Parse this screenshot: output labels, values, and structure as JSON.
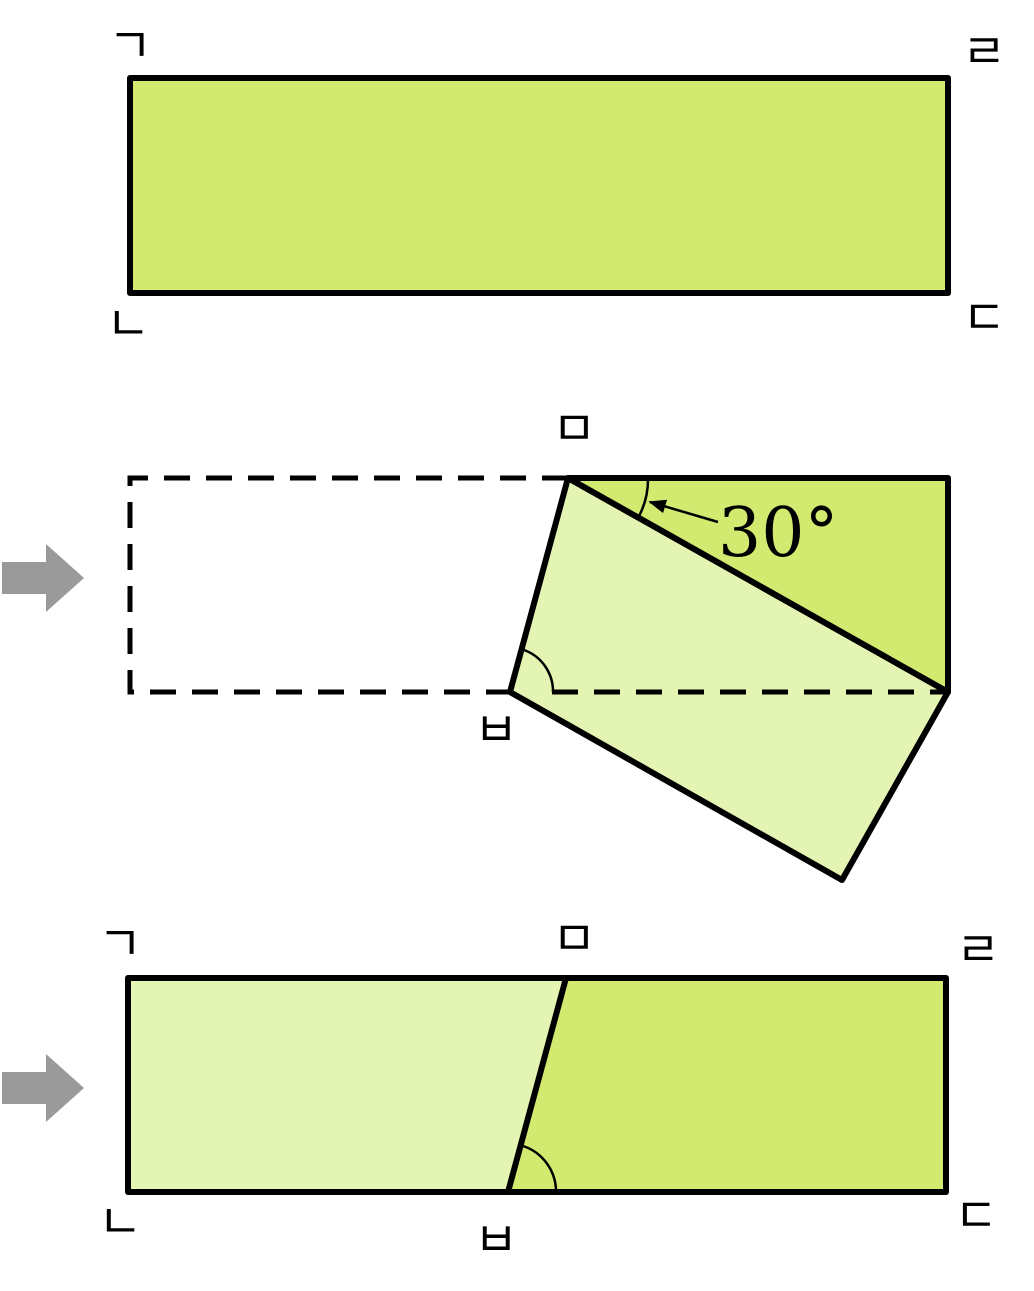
{
  "colors": {
    "dark_green": "#d2ea6f",
    "light_green": "#e4f4b2",
    "arrow_gray": "#9a9a9a",
    "stroke": "#000000"
  },
  "labels": {
    "g": "ㄱ",
    "n": "ㄴ",
    "d": "ㄷ",
    "r": "ㄹ",
    "m": "ㅁ",
    "b": "ㅂ"
  },
  "angle_label": "30°",
  "step_arrows": [
    "arrow-icon",
    "arrow-icon"
  ]
}
